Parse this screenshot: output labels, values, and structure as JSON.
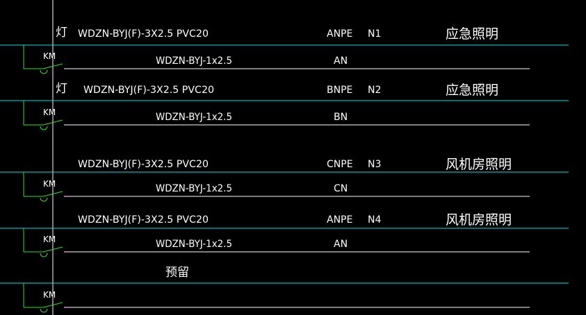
{
  "colors": {
    "background": "#000000",
    "bus_line": "#00e5e5",
    "branch_line": "#33dd33",
    "text": "#ffffff"
  },
  "circuits": [
    {
      "prefix": "灯",
      "cable": "WDZN-BYJ(F)-3X2.5  PVC20",
      "phase": "ANPE",
      "number": "N1",
      "usage": "应急照明",
      "contactor": "KM",
      "control_cable": "WDZN-BYJ-1x2.5",
      "control_phase": "AN"
    },
    {
      "prefix": "灯",
      "cable": "WDZN-BYJ(F)-3X2.5  PVC20",
      "phase": "BNPE",
      "number": "N2",
      "usage": "应急照明",
      "contactor": "KM",
      "control_cable": "WDZN-BYJ-1x2.5",
      "control_phase": "BN"
    },
    {
      "prefix": "",
      "cable": "WDZN-BYJ(F)-3X2.5  PVC20",
      "phase": "CNPE",
      "number": "N3",
      "usage": "风机房照明",
      "contactor": "KM",
      "control_cable": "WDZN-BYJ-1x2.5",
      "control_phase": "CN"
    },
    {
      "prefix": "",
      "cable": "WDZN-BYJ(F)-3X2.5  PVC20",
      "phase": "ANPE",
      "number": "N4",
      "usage": "风机房照明",
      "contactor": "KM",
      "control_cable": "WDZN-BYJ-1x2.5",
      "control_phase": "AN"
    },
    {
      "prefix": "",
      "cable": "",
      "phase": "",
      "number": "",
      "usage": "",
      "reserve": "预留",
      "contactor": "KM",
      "control_cable": "",
      "control_phase": ""
    }
  ]
}
